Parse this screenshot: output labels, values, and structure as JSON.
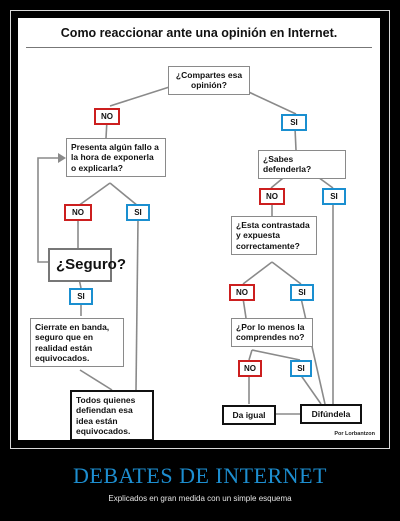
{
  "title": "Como reaccionar ante una opinión en Internet.",
  "nodes": {
    "compartes": "¿Compartes esa opinión?",
    "presenta": "Presenta algún fallo a la hora de exponerla o explicarla?",
    "seguro": "¿Seguro?",
    "cierrate": "Cierrate en banda, seguro que en realidad están equivocados.",
    "todos": "Todos quienes defiendan esa idea están equivocados.",
    "sabes": "¿Sabes defenderla?",
    "contrastada": "¿Esta contrastada y expuesta correctamente?",
    "comprendes": "¿Por lo menos la comprendes no?",
    "da_igual": "Da igual",
    "difundela": "Difúndela"
  },
  "labels": {
    "no": "NO",
    "si": "SI"
  },
  "credit": "Por Lorbantzon",
  "caption": {
    "title": "DEBATES DE INTERNET",
    "subtitle": "Explicados en gran medida con un simple esquema"
  },
  "colors": {
    "no_border": "#cc1f1f",
    "si_border": "#1a8fd0",
    "caption_title": "#1d8ed0"
  }
}
